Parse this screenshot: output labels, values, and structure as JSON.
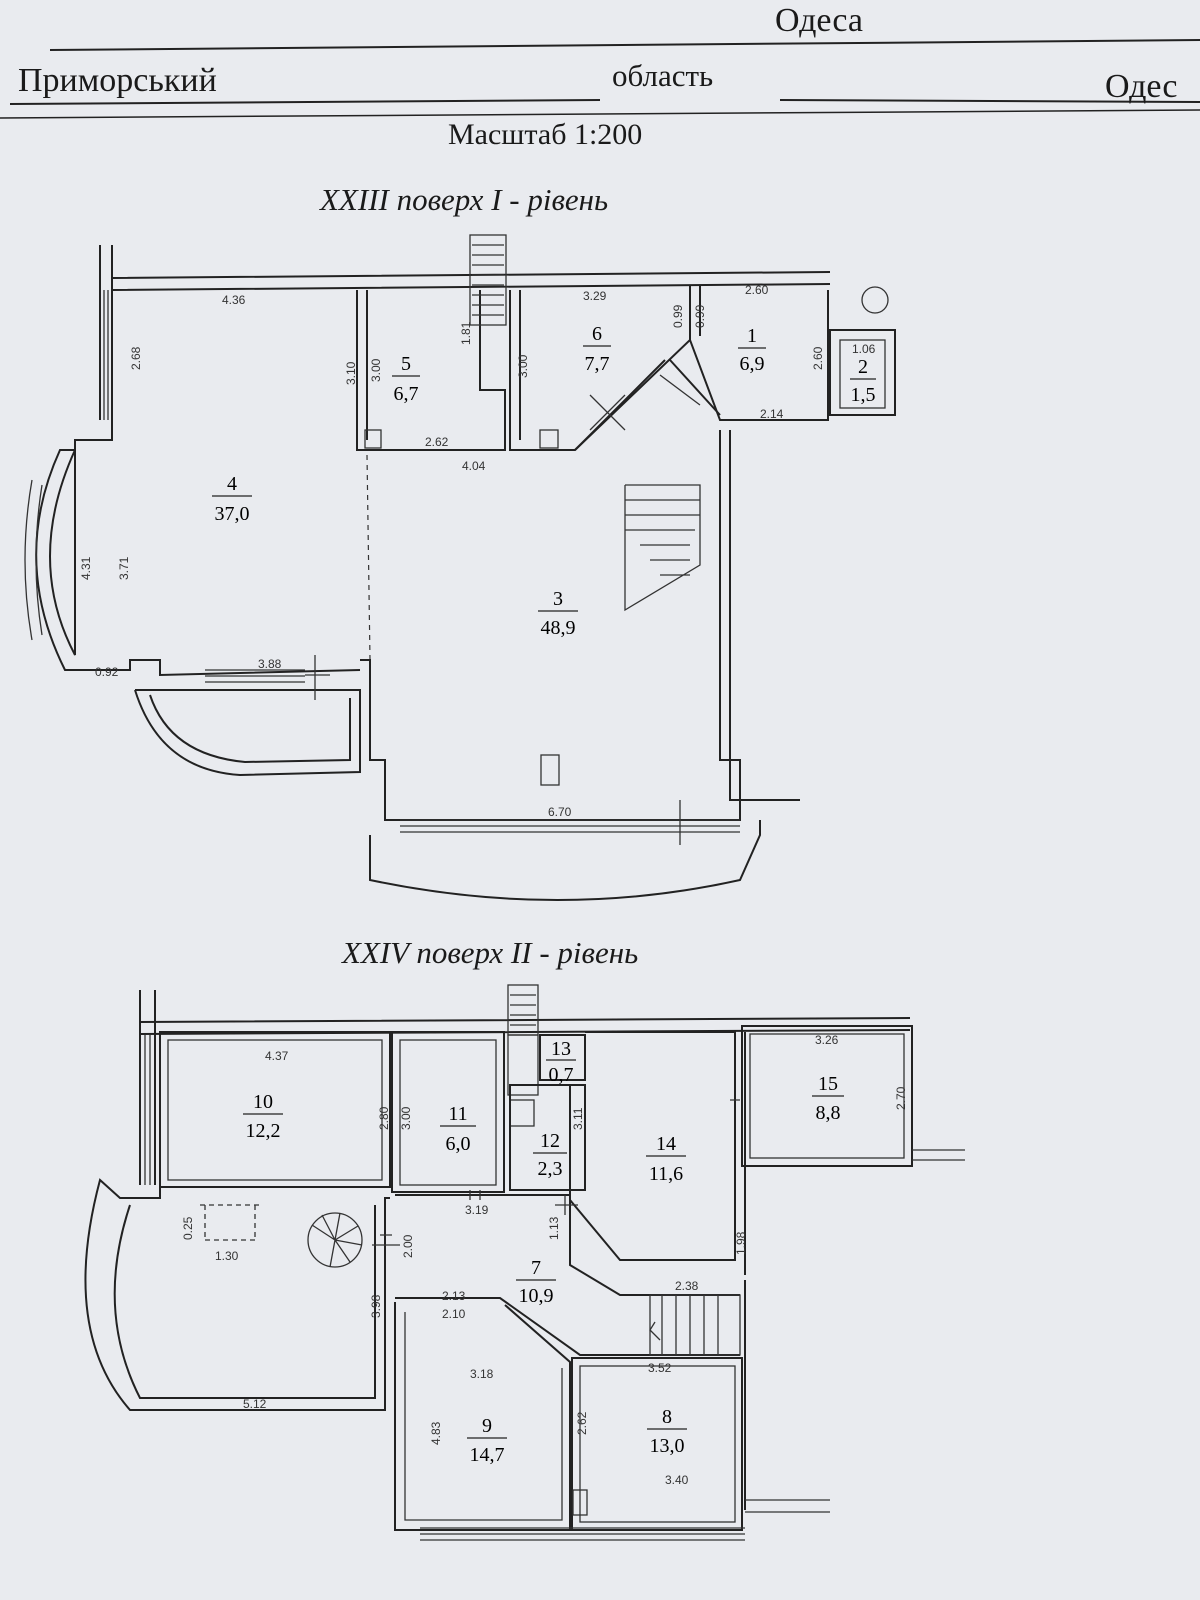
{
  "header": {
    "city": "Одеса",
    "district": "Приморський",
    "region_label": "область",
    "region_value": "Одес"
  },
  "scale": "Масштаб 1:200",
  "plans": [
    {
      "title": "XXIII поверх I - рівень",
      "rooms": [
        {
          "num": "1",
          "area": "6,9"
        },
        {
          "num": "2",
          "area": "1,5"
        },
        {
          "num": "3",
          "area": "48,9"
        },
        {
          "num": "4",
          "area": "37,0"
        },
        {
          "num": "5",
          "area": "6,7"
        },
        {
          "num": "6",
          "area": "7,7"
        }
      ],
      "dims": [
        "4.36",
        "2.68",
        "3.10",
        "3.00",
        "1.81",
        "2.62",
        "4.04",
        "3.29",
        "3.00",
        "0.99",
        "0.99",
        "2.60",
        "2.60",
        "1.06",
        "2.14",
        "4.31",
        "3.71",
        "0.92",
        "3.88",
        "6.70"
      ]
    },
    {
      "title": "XXIV поверх II - рівень",
      "rooms": [
        {
          "num": "7",
          "area": "10,9"
        },
        {
          "num": "8",
          "area": "13,0"
        },
        {
          "num": "9",
          "area": "14,7"
        },
        {
          "num": "10",
          "area": "12,2"
        },
        {
          "num": "11",
          "area": "6,0"
        },
        {
          "num": "12",
          "area": "2,3"
        },
        {
          "num": "13",
          "area": "0,7"
        },
        {
          "num": "14",
          "area": "11,6"
        },
        {
          "num": "15",
          "area": "8,8"
        }
      ],
      "dims": [
        "4.37",
        "2.80",
        "3.00",
        "3.11",
        "3.19",
        "1.13",
        "3.26",
        "2.70",
        "1.98",
        "2.38",
        "0.25",
        "1.30",
        "2.00",
        "3.98",
        "2.13",
        "2.10",
        "3.18",
        "3.52",
        "4.83",
        "2.62",
        "5.12",
        "3.40"
      ]
    }
  ]
}
